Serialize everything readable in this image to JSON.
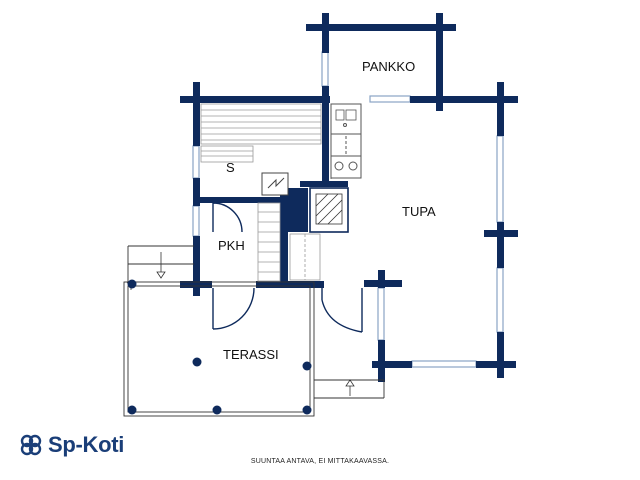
{
  "colors": {
    "wall": "#0e2a5c",
    "window": "#8aa4c4",
    "text": "#111111",
    "brand": "#1a3e78"
  },
  "rooms": {
    "pankko": "PANKKO",
    "s": "S",
    "pkh": "PKH",
    "tupa": "TUPA",
    "terassi": "TERASSI"
  },
  "logo": {
    "text": "Sp-Koti",
    "icon": "sp-koti-logo-icon"
  },
  "disclaimer": "SUUNTAA ANTAVA, EI MITTAKAAVASSA."
}
